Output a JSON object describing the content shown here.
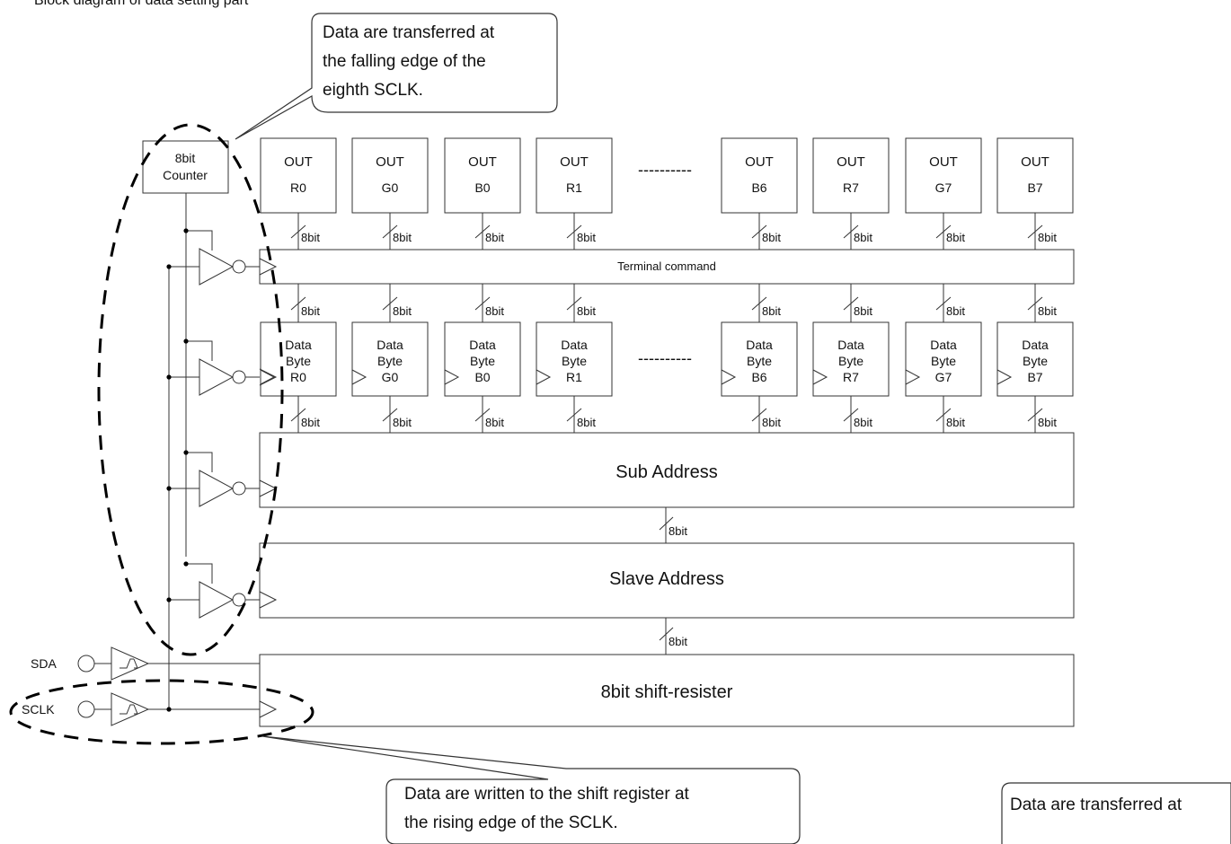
{
  "heading": "Block diagram of data setting part",
  "callouts": {
    "top": [
      "Data are transferred at",
      "the falling edge of the",
      "eighth SCLK."
    ],
    "bottom": [
      "Data are written to the shift register at",
      "the rising edge of the SCLK."
    ],
    "right_partial": "Data are transferred at"
  },
  "counter": {
    "line1": "8bit",
    "line2": "Counter"
  },
  "out_prefix": "OUT",
  "data_byte": {
    "line1": "Data",
    "line2": "Byte"
  },
  "channels": [
    "R0",
    "G0",
    "B0",
    "R1",
    "B6",
    "R7",
    "G7",
    "B7"
  ],
  "ellipsis": "----------",
  "bus_label": "8bit",
  "blocks": {
    "terminal": "Terminal command",
    "sub": "Sub Address",
    "slave": "Slave Address",
    "shift": "8bit shift-resister"
  },
  "pins": {
    "sda": "SDA",
    "sclk": "SCLK"
  }
}
